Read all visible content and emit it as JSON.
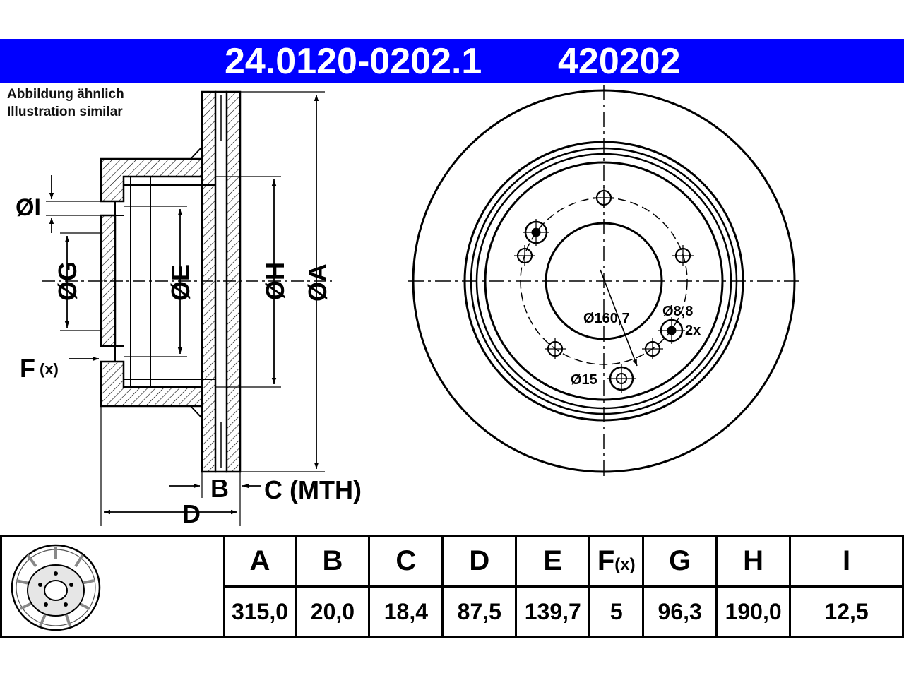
{
  "header": {
    "part_number": "24.0120-0202.1",
    "alt_number": "420202",
    "bg_color": "#0000ff"
  },
  "note": {
    "line1": "Abbildung ähnlich",
    "line2": "Illustration similar"
  },
  "labels": {
    "I": "ØI",
    "G": "ØG",
    "E": "ØE",
    "H": "ØH",
    "A": "ØA",
    "F_main": "F",
    "F_sub": "(x)",
    "B": "B",
    "C_mth": "C (MTH)",
    "D": "D",
    "pcd": "Ø160,7",
    "hole_small": "Ø8,8",
    "hole_count": "2x",
    "hole_large": "Ø15"
  },
  "table": {
    "columns": [
      {
        "key": "A",
        "label": "A",
        "value": "315,0"
      },
      {
        "key": "B",
        "label": "B",
        "value": "20,0"
      },
      {
        "key": "C",
        "label": "C",
        "value": "18,4"
      },
      {
        "key": "D",
        "label": "D",
        "value": "87,5"
      },
      {
        "key": "E",
        "label": "E",
        "value": "139,7"
      },
      {
        "key": "F",
        "label": "F",
        "label_sub": "(x)",
        "value": "5"
      },
      {
        "key": "G",
        "label": "G",
        "value": "96,3"
      },
      {
        "key": "H",
        "label": "H",
        "value": "190,0"
      },
      {
        "key": "I",
        "label": "I",
        "value": "12,5"
      }
    ]
  }
}
